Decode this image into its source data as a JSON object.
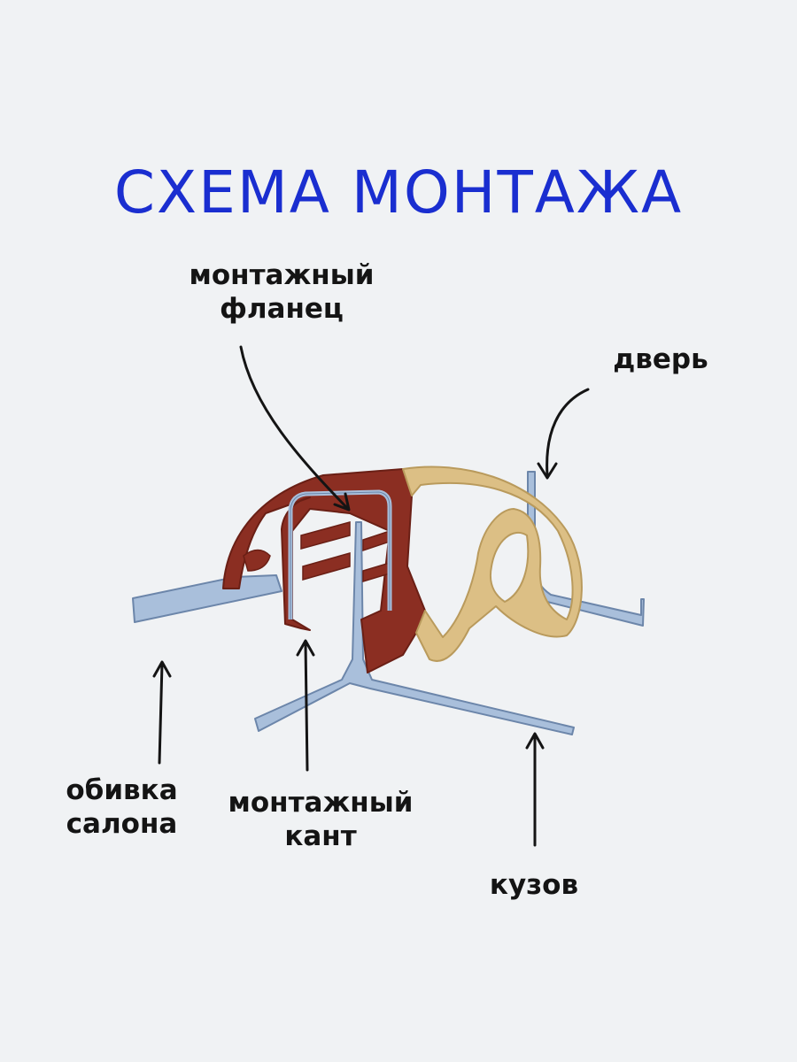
{
  "title": "СХЕМА МОНТАЖА",
  "labels": {
    "flange": [
      "монтажный",
      "фланец"
    ],
    "door": "дверь",
    "trim": [
      "обивка",
      "салона"
    ],
    "edge": [
      "монтажный",
      "кант"
    ],
    "body": "кузов"
  },
  "colors": {
    "title": "#1a2ed0",
    "metal": "#a9bfdb",
    "metal_dark": "#6c86aa",
    "edge_profile": "#8b2e22",
    "seal_profile": "#dcbf85",
    "label_text": "#141414"
  }
}
